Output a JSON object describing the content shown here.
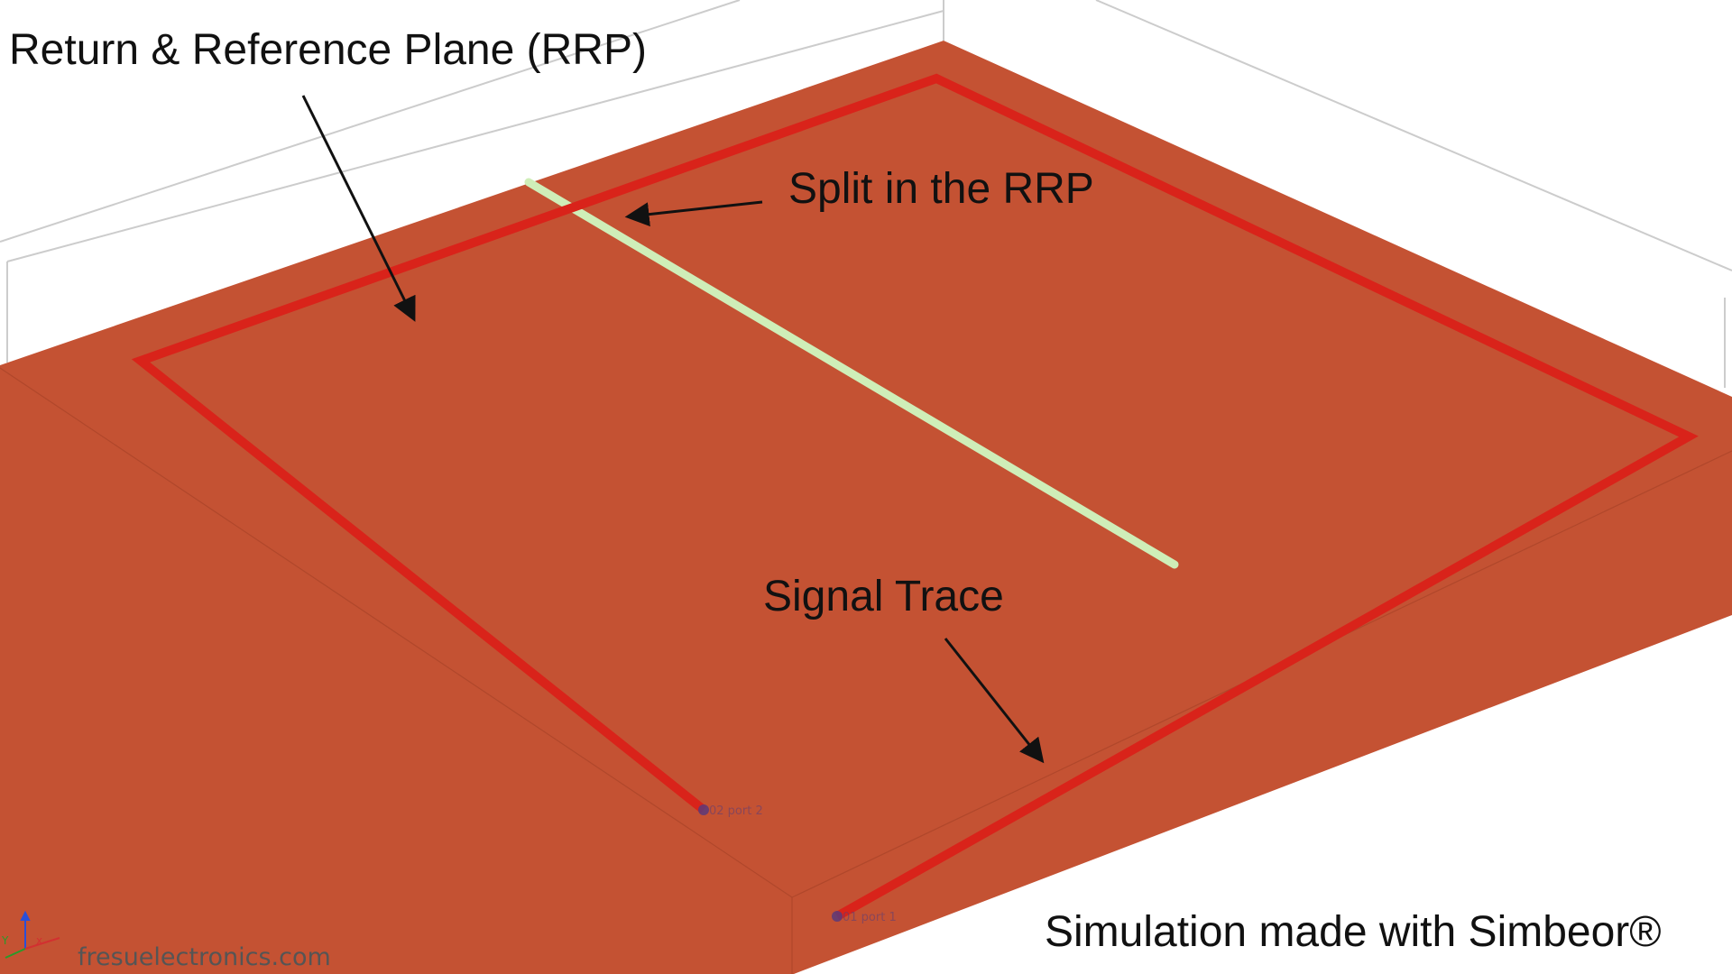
{
  "labels": {
    "plane": "Return & Reference Plane (RRP)",
    "split": "Split in the RRP",
    "trace": "Signal Trace",
    "credit": "Simulation made with Simbeor®",
    "website": "fresuelectronics.com"
  },
  "ports": {
    "port_2": "02 port 2",
    "port_1": "01 port 1"
  },
  "axes": {
    "x": "x",
    "y": "Y"
  },
  "colors": {
    "plane": "#c45233",
    "plane_edge": "#b44a2e",
    "trace": "#d9231a",
    "split": "#cfeeb8",
    "bounding_box": "#cccccc",
    "port_dot": "#5a3a7a",
    "text": "#111111",
    "arrow": "#111111"
  }
}
